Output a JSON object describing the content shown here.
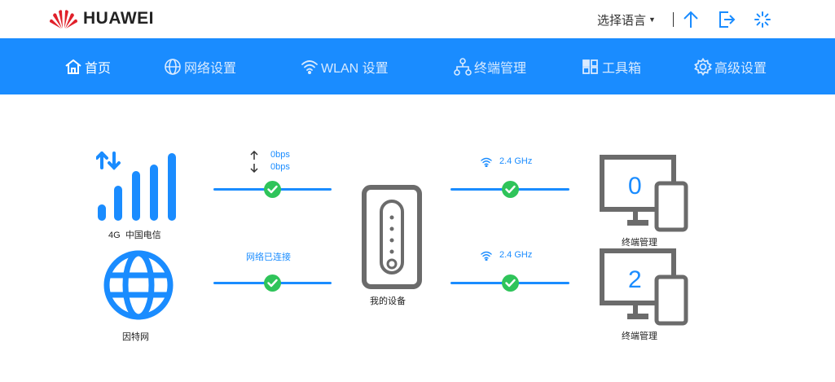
{
  "brand": {
    "name": "HUAWEI",
    "logo_color": "#e0202a"
  },
  "header": {
    "language_label": "选择语言",
    "icons": [
      "upload-icon",
      "logout-icon",
      "loading-icon"
    ]
  },
  "nav": {
    "items": [
      {
        "label": "首页",
        "icon": "home-icon"
      },
      {
        "label": "网络设置",
        "icon": "globe-icon"
      },
      {
        "label": "WLAN 设置",
        "icon": "wifi-icon"
      },
      {
        "label": "终端管理",
        "icon": "topology-icon"
      },
      {
        "label": "工具箱",
        "icon": "grid-icon"
      },
      {
        "label": "高级设置",
        "icon": "gear-icon"
      }
    ],
    "active_index": 0
  },
  "diagram": {
    "signal": {
      "network_type": "4G",
      "carrier": "中国电信"
    },
    "internet": {
      "label": "因特网"
    },
    "uplink": {
      "up_rate": "0bps",
      "down_rate": "0bps",
      "connected": true
    },
    "internet_link": {
      "status": "网络已连接",
      "connected": true
    },
    "device": {
      "label": "我的设备"
    },
    "wifi_bands": [
      {
        "band": "2.4 GHz",
        "connected": true
      },
      {
        "band": "2.4 GHz",
        "connected": true
      }
    ],
    "terminals": [
      {
        "count": "0",
        "label": "终端管理"
      },
      {
        "count": "2",
        "label": "终端管理"
      }
    ]
  },
  "colors": {
    "accent": "#1a8cff",
    "ok": "#2fc45a",
    "device_gray": "#6b6b6b"
  }
}
